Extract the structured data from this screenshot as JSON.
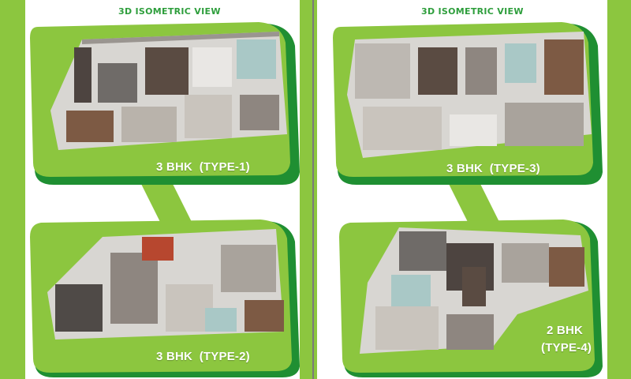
{
  "headings": {
    "left": "3D ISOMETRIC VIEW",
    "right": "3D ISOMETRIC VIEW"
  },
  "units": [
    {
      "label": "3 BHK  (TYPE-1)"
    },
    {
      "label": "3 BHK  (TYPE-2)"
    },
    {
      "label": "3 BHK  (TYPE-3)"
    },
    {
      "label_line1": "2 BHK",
      "label_line2": "(TYPE-4)"
    }
  ],
  "colors": {
    "lime": "#8cc63f",
    "green": "#2e9e3c",
    "dark_green": "#1f8f32",
    "divider": "#7a7a7a"
  }
}
